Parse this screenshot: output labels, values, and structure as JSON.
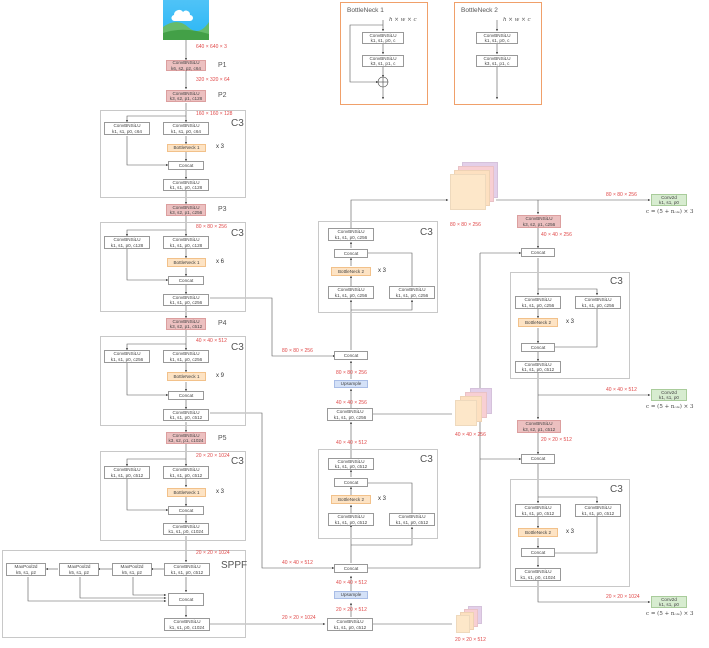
{
  "input_dim": "640 × 640 × 3",
  "stem": {
    "p1": {
      "name": "ConvBNSiLU",
      "params": "k6, s2, p2, c64",
      "label": "P1",
      "out": "320 × 320 × 64"
    },
    "p2": {
      "name": "ConvBNSiLU",
      "params": "k3, s2, p1, c128",
      "label": "P2",
      "out": "160 × 160 × 128"
    }
  },
  "c3_1": {
    "label": "C3",
    "side": {
      "name": "ConvBNSiLU",
      "params": "k1, s1, p0, c64"
    },
    "main": {
      "name": "ConvBNSiLU",
      "params": "k1, s1, p0, c64"
    },
    "bottleneck": "BottleNeck 1",
    "repeat": "x 3",
    "concat": "Concat",
    "out_conv": {
      "name": "ConvBNSiLU",
      "params": "k1, s1, p0, c128"
    }
  },
  "p3": {
    "name": "ConvBNSiLU",
    "params": "k3, s2, p1, c256",
    "label": "P3",
    "out": "80 × 80 × 256"
  },
  "c3_2": {
    "label": "C3",
    "side": {
      "name": "ConvBNSiLU",
      "params": "k1, s1, p0, c128"
    },
    "main": {
      "name": "ConvBNSiLU",
      "params": "k1, s1, p0, c128"
    },
    "bottleneck": "BottleNeck 1",
    "repeat": "x 6",
    "concat": "Concat",
    "out_conv": {
      "name": "ConvBNSiLU",
      "params": "k1, s1, p0, c256"
    }
  },
  "p4": {
    "name": "ConvBNSiLU",
    "params": "k3, s2, p1, c512",
    "label": "P4",
    "out": "40 × 40 × 512"
  },
  "c3_3": {
    "label": "C3",
    "side": {
      "name": "ConvBNSiLU",
      "params": "k1, s1, p0, c256"
    },
    "main": {
      "name": "ConvBNSiLU",
      "params": "k1, s1, p0, c256"
    },
    "bottleneck": "BottleNeck 1",
    "repeat": "x 9",
    "concat": "Concat",
    "out_conv": {
      "name": "ConvBNSiLU",
      "params": "k1, s1, p0, c512"
    }
  },
  "p5": {
    "name": "ConvBNSiLU",
    "params": "k3, s2, p1, c1024",
    "label": "P5",
    "out": "20 × 20 × 1024"
  },
  "c3_4": {
    "label": "C3",
    "side": {
      "name": "ConvBNSiLU",
      "params": "k1, s1, p0, c512"
    },
    "main": {
      "name": "ConvBNSiLU",
      "params": "k1, s1, p0, c512"
    },
    "bottleneck": "BottleNeck 1",
    "repeat": "x 3",
    "concat": "Concat",
    "out_conv": {
      "name": "ConvBNSiLU",
      "params": "k1, s1, p0, c1024"
    },
    "out": "20 × 20 × 1024"
  },
  "sppf": {
    "label": "SPPF",
    "conv_in": {
      "name": "ConvBNSiLU",
      "params": "k1, s1, p0, c512"
    },
    "maxpool": {
      "name": "MaxPool2d",
      "params": "k5, s1, p2"
    },
    "concat": "Concat",
    "conv_out": {
      "name": "ConvBNSiLU",
      "params": "k1, s1, p0, c1024"
    }
  },
  "bottleneck_defs": {
    "b1": {
      "title": "BottleNeck 1",
      "dims": "h × w × c",
      "conv1": {
        "name": "ConvBNSiLU",
        "params": "k1, s1, p0, c"
      },
      "conv2": {
        "name": "ConvBNSiLU",
        "params": "k3, s1, p1, c"
      }
    },
    "b2": {
      "title": "BottleNeck 2",
      "dims": "h × w × c",
      "conv1": {
        "name": "ConvBNSiLU",
        "params": "k1, s1, p0, c"
      },
      "conv2": {
        "name": "ConvBNSiLU",
        "params": "k3, s1, p1, c"
      }
    }
  },
  "neck": {
    "conv_top": {
      "name": "ConvBNSiLU",
      "params": "k1, s1, p0, c512"
    },
    "dim_20_512": "20 × 20 × 512",
    "upsample1": "Upsample",
    "dim_40_512_a": "40 × 40 × 512",
    "concat1": "Concat",
    "dim_40_512_b": "40 × 40 × 512",
    "dim_20_1024": "20 × 20 × 1024",
    "c3_up1": {
      "label": "C3",
      "main": {
        "name": "ConvBNSiLU",
        "params": "k1, s1, p0, c512"
      },
      "side": {
        "name": "ConvBNSiLU",
        "params": "k1, s1, p0, c512"
      },
      "bottleneck": "BottleNeck 2",
      "repeat": "x 3",
      "concat": "Concat",
      "out_conv": {
        "name": "ConvBNSiLU",
        "params": "k1, s1, p0, c512"
      }
    },
    "dim_40_512_c": "40 × 40 × 512",
    "conv_mid": {
      "name": "ConvBNSiLU",
      "params": "k1, s1, p0, c256"
    },
    "dim_40_256": "40 × 40 × 256",
    "upsample2": "Upsample",
    "dim_80_256_a": "80 × 80 × 256",
    "concat2": "Concat",
    "dim_80_256_b": "80 × 80 × 256",
    "c3_up2": {
      "label": "C3",
      "main": {
        "name": "ConvBNSiLU",
        "params": "k1, s1, p0, c256"
      },
      "side": {
        "name": "ConvBNSiLU",
        "params": "k1, s1, p0, c256"
      },
      "bottleneck": "BottleNeck 2",
      "repeat": "x 3",
      "concat": "Concat",
      "out_conv": {
        "name": "ConvBNSiLU",
        "params": "k1, s1, p0, c256"
      }
    },
    "feat_80": "80 × 80 × 256",
    "feat_40": "40 × 40 × 256",
    "feat_20": "20 × 20 × 512"
  },
  "head": {
    "down1": {
      "name": "ConvBNSiLU",
      "params": "k3, s2, p1, c256"
    },
    "dim_40_256": "40 × 40 × 256",
    "concat1": "Concat",
    "c3_d1": {
      "label": "C3",
      "main": {
        "name": "ConvBNSiLU",
        "params": "k1, s1, p0, c256"
      },
      "side": {
        "name": "ConvBNSiLU",
        "params": "k1, s1, p0, c256"
      },
      "bottleneck": "BottleNeck 2",
      "repeat": "x 3",
      "concat": "Concat",
      "out_conv": {
        "name": "ConvBNSiLU",
        "params": "k1, s1, p0, c512"
      }
    },
    "down2": {
      "name": "ConvBNSiLU",
      "params": "k3, s2, p1, c512"
    },
    "dim_20_512": "20 × 20 × 512",
    "concat2": "Concat",
    "c3_d2": {
      "label": "C3",
      "main": {
        "name": "ConvBNSiLU",
        "params": "k1, s1, p0, c512"
      },
      "side": {
        "name": "ConvBNSiLU",
        "params": "k1, s1, p0, c512"
      },
      "bottleneck": "BottleNeck 2",
      "repeat": "x 3",
      "concat": "Concat",
      "out_conv": {
        "name": "ConvBNSiLU",
        "params": "k1, s1, p0, c1024"
      }
    },
    "out80": {
      "dim": "80 × 80 × 256",
      "name": "Conv2d",
      "params": "k1, s1, p0",
      "formula": "c = (5 + nₒₗₛ) × 3"
    },
    "out40": {
      "dim": "40 × 40 × 512",
      "name": "Conv2d",
      "params": "k1, s1, p0",
      "formula": "c = (5 + nₒₗₛ) × 3"
    },
    "out20": {
      "dim": "20 × 20 × 1024",
      "name": "Conv2d",
      "params": "k1, s1, p0",
      "formula": "c = (5 + nₒₗₛ) × 3"
    }
  }
}
